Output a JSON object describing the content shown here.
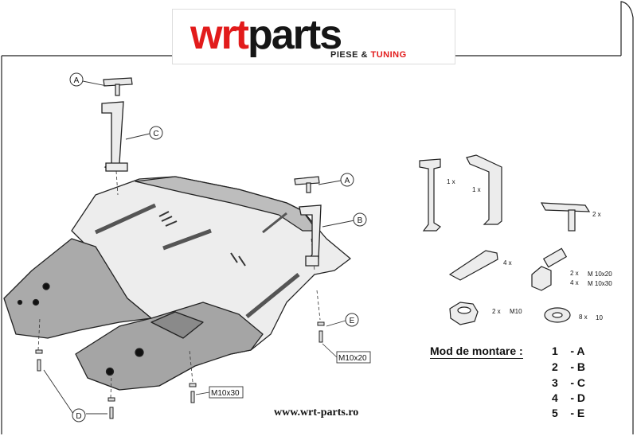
{
  "logo": {
    "brand_red": "wrt",
    "brand_black": "parts",
    "tagline_a": "PIESE &",
    "tagline_b": "TUNING",
    "red": "#e21b1b"
  },
  "callouts": {
    "a_top": "A",
    "c": "C",
    "a_right": "A",
    "b": "B",
    "e": "E",
    "d": "D"
  },
  "bolt_labels": {
    "m10x20": "M10x20",
    "m10x30": "M10x30"
  },
  "parts_kit": {
    "bracket1_qty": "1 x",
    "bracket2_qty": "1 x",
    "clip_qty": "2 x",
    "strip_qty": "4 x",
    "bolt_qty_a": "2 x",
    "bolt_size_a": "M 10x20",
    "bolt_qty_b": "4 x",
    "bolt_size_b": "M 10x30",
    "nut_qty": "2 x",
    "nut_size": "M10",
    "washer_qty": "8 x",
    "washer_size": "10"
  },
  "legend": {
    "title": "Mod de montare :",
    "rows": [
      {
        "num": "1",
        "letter": "- A"
      },
      {
        "num": "2",
        "letter": "- B"
      },
      {
        "num": "3",
        "letter": "- C"
      },
      {
        "num": "4",
        "letter": "- D"
      },
      {
        "num": "5",
        "letter": "- E"
      }
    ]
  },
  "website": "www.wrt-parts.ro"
}
